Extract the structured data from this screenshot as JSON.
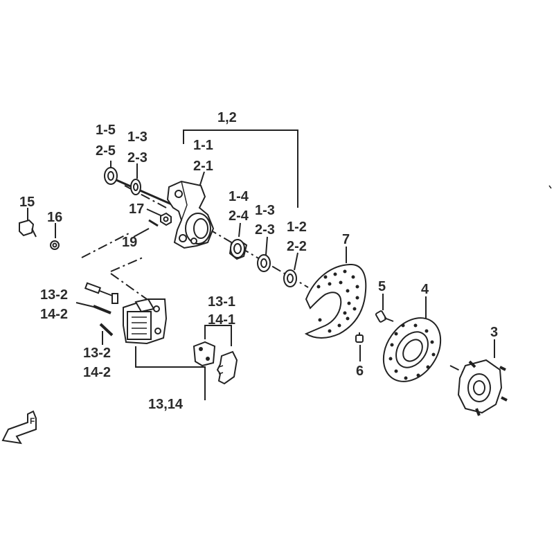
{
  "labels": {
    "assy_top": "1,2",
    "l1_5": "1-5",
    "l2_5": "2-5",
    "l1_3a": "1-3",
    "l2_3a": "2-3",
    "l1_1": "1-1",
    "l2_1": "2-1",
    "l1_4": "1-4",
    "l2_4": "2-4",
    "l1_3b": "1-3",
    "l2_3b": "2-3",
    "l1_2": "1-2",
    "l2_2": "2-2",
    "l15": "15",
    "l16": "16",
    "l17": "17",
    "l19": "19",
    "l7": "7",
    "l5": "5",
    "l4": "4",
    "l6": "6",
    "l3": "3",
    "l13_1": "13-1",
    "l14_1": "14-1",
    "l13_2a": "13-2",
    "l14_2a": "14-2",
    "l13_2b": "13-2",
    "l14_2b": "14-2",
    "assy_caliper": "13,14"
  },
  "front_marker": "F"
}
